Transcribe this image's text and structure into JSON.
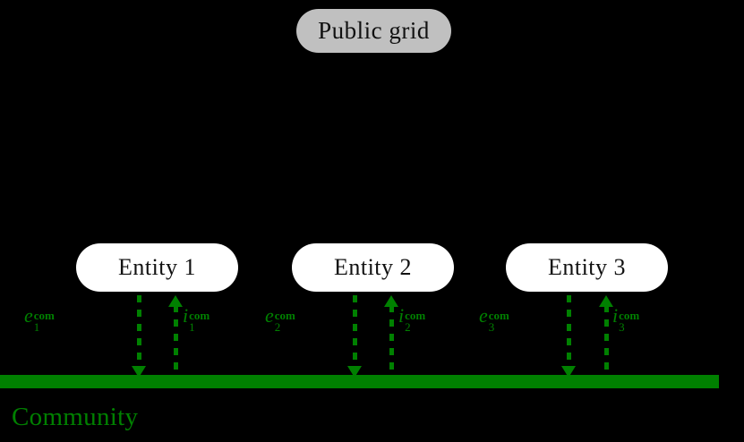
{
  "diagram": {
    "background_color": "#000000",
    "accent_color": "#008000",
    "public_grid": {
      "label": "Public grid",
      "fill_color": "#c0c0c0"
    },
    "entities": [
      {
        "label": "Entity 1",
        "export_label": {
          "base": "e",
          "sub": "1",
          "sup": "com"
        },
        "import_label": {
          "base": "i",
          "sub": "1",
          "sup": "com"
        }
      },
      {
        "label": "Entity 2",
        "export_label": {
          "base": "e",
          "sub": "2",
          "sup": "com"
        },
        "import_label": {
          "base": "i",
          "sub": "2",
          "sup": "com"
        }
      },
      {
        "label": "Entity 3",
        "export_label": {
          "base": "e",
          "sub": "3",
          "sup": "com"
        },
        "import_label": {
          "base": "i",
          "sub": "3",
          "sup": "com"
        }
      }
    ],
    "community": {
      "label": "Community",
      "bar_color": "#008000"
    }
  }
}
